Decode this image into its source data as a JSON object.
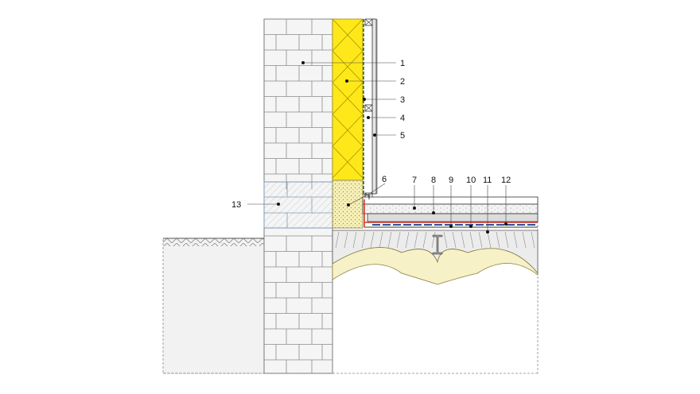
{
  "colors": {
    "brick_fill": "#f5f5f5",
    "brick_line": "#7a7a7a",
    "insulation": "#ffe81a",
    "insulation_line": "#9c8a00",
    "foam_glass": "#f6efb6",
    "plaster": "#ededed",
    "vault_fill": "#f7f1c8",
    "vault_brick": "#ececec",
    "soil": "#f0f0f0",
    "membrane_red": "#d33a2c",
    "membrane_blue": "#2f4f9a",
    "lead": "#333333",
    "cross_section": "#9fb3c8"
  },
  "callouts": [
    {
      "id": "1",
      "text": "1"
    },
    {
      "id": "2",
      "text": "2"
    },
    {
      "id": "3",
      "text": "3"
    },
    {
      "id": "4",
      "text": "4"
    },
    {
      "id": "5",
      "text": "5"
    },
    {
      "id": "6",
      "text": "6"
    },
    {
      "id": "7",
      "text": "7"
    },
    {
      "id": "8",
      "text": "8"
    },
    {
      "id": "9",
      "text": "9"
    },
    {
      "id": "10",
      "text": "10"
    },
    {
      "id": "11",
      "text": "11"
    },
    {
      "id": "12",
      "text": "12"
    },
    {
      "id": "13",
      "text": "13"
    }
  ]
}
